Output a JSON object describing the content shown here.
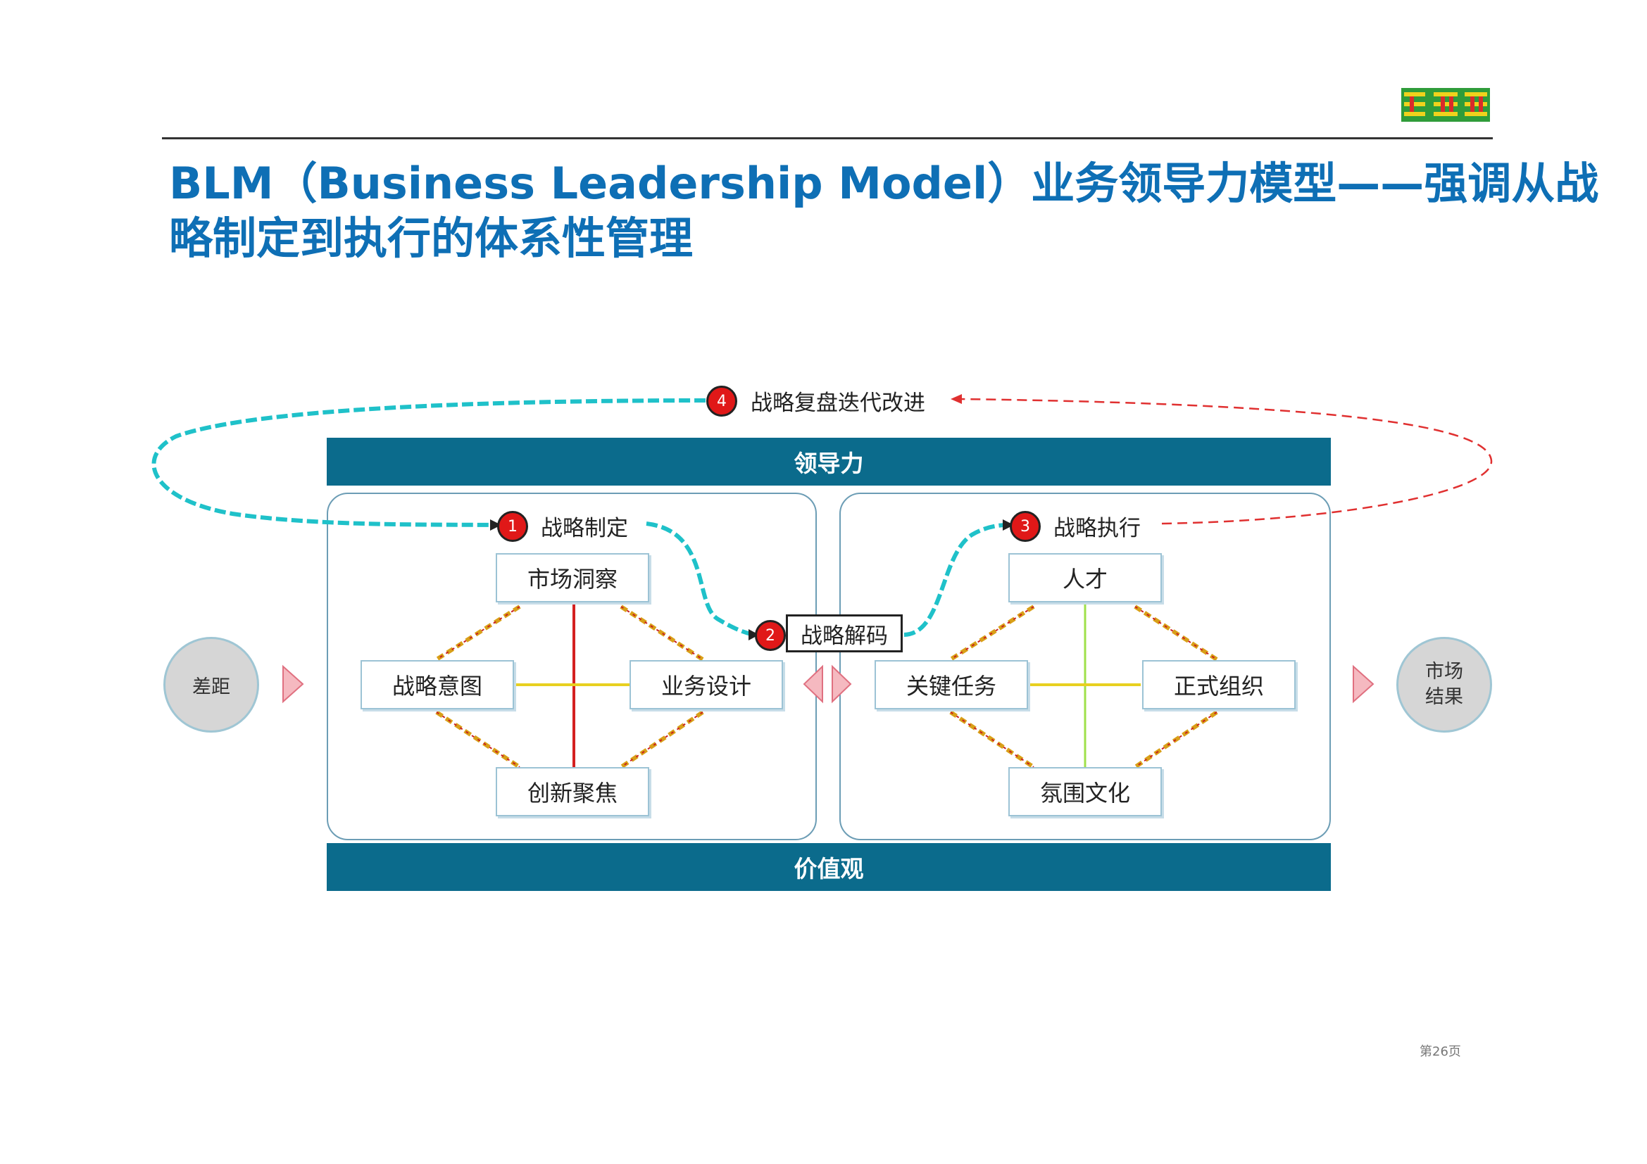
{
  "header": {
    "title_line1": "BLM（Business Leadership Model）业务领导力模型——强调从战",
    "title_line2": "略制定到执行的体系性管理",
    "logo_label": "logo"
  },
  "diagram": {
    "top_band": "领导力",
    "bottom_band": "价值观",
    "left_input": "差距",
    "right_output": [
      "市场",
      "结果"
    ],
    "steps": [
      {
        "badge": "1",
        "label": "战略制定"
      },
      {
        "badge": "2",
        "label": "战略解码"
      },
      {
        "badge": "3",
        "label": "战略执行"
      },
      {
        "badge": "4",
        "label": "战略复盘迭代改进"
      }
    ],
    "formulation": {
      "top": "市场洞察",
      "left": "战略意图",
      "right": "业务设计",
      "bottom": "创新聚焦"
    },
    "execution": {
      "top": "人才",
      "left": "关键任务",
      "right": "正式组织",
      "bottom": "氛围文化"
    }
  },
  "footer": {
    "page": "第26页"
  },
  "colors": {
    "title": "#0e6fb5",
    "band": "#0b6b8c",
    "badge": "#e01818",
    "loop_cyan": "#1fc1c9",
    "loop_red_dashed": "#e03030",
    "arrow_pink": "#f2a7b0"
  }
}
